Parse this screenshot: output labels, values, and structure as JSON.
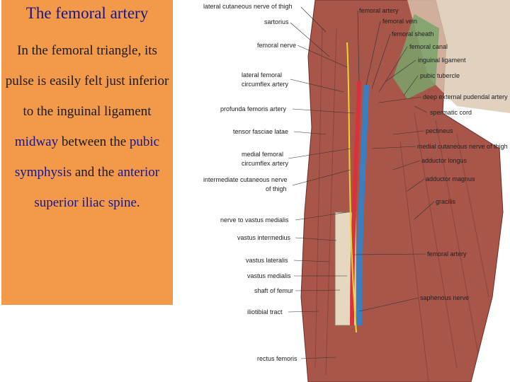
{
  "slide": {
    "title": "The femoral artery",
    "body": {
      "p1": "In the femoral triangle, its pulse is easily felt just inferior to the inguinal ligament ",
      "midway": "midway",
      "p2": " between the ",
      "pubic": "pubic symphysis",
      "p3": " and the ",
      "asis": "anterior superior iliac spine",
      "p4": "."
    }
  },
  "figure": {
    "labels_left": [
      "lateral cutaneous nerve of thigh",
      "sartorius",
      "femoral nerve",
      "lateral femoral",
      "circumflex artery",
      "profunda femoris artery",
      "tensor fasciae latae",
      "medial femoral",
      "circumflex artery",
      "intermediate cutaneous nerve",
      "of thigh",
      "nerve to vastus medialis",
      "vastus intermedius",
      "vastus lateralis",
      "vastus medialis",
      "shaft of femur",
      "iliotibial tract",
      "rectus femoris"
    ],
    "labels_right": [
      "femoral artery",
      "femoral vein",
      "femoral sheath",
      "femoral canal",
      "inguinal ligament",
      "pubic tubercle",
      "deep external pudendal artery",
      "spermatic cord",
      "pectineus",
      "medial cutaneous nerve of thigh",
      "adductor longus",
      "adductor magnus",
      "gracilis",
      "femoral artery",
      "saphenous nerve"
    ]
  }
}
